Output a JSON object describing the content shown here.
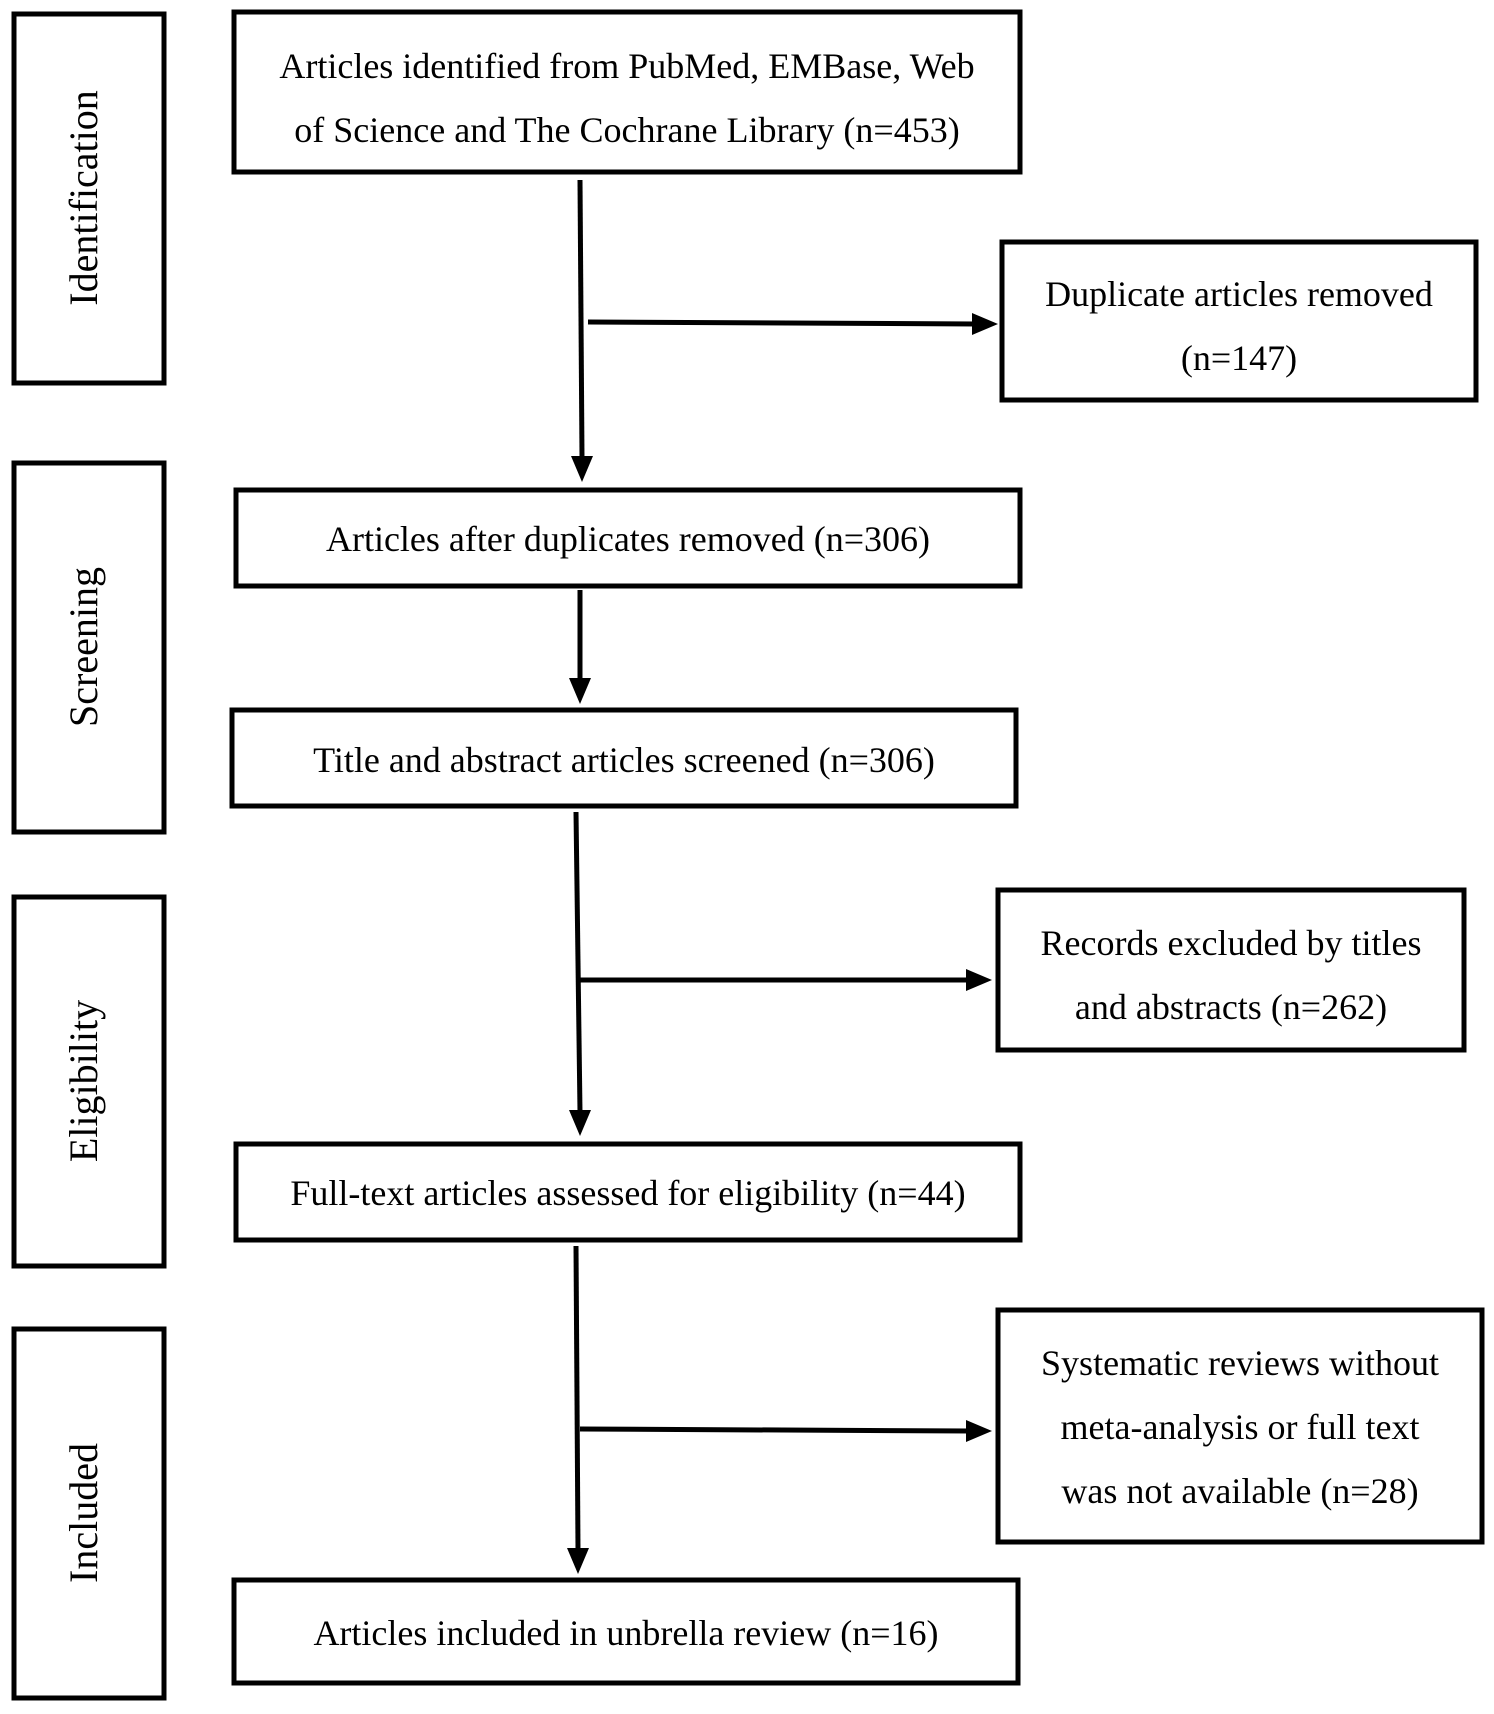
{
  "stages": {
    "identification": "Identification",
    "screening": "Screening",
    "eligibility": "Eligibility",
    "included": "Included"
  },
  "boxes": {
    "identified": {
      "line1": "Articles identified from PubMed, EMBase, Web",
      "line2": "of Science and The Cochrane Library (n=453)"
    },
    "duplicates_removed": {
      "line1": "Duplicate articles removed",
      "line2": "(n=147)"
    },
    "after_duplicates": {
      "line1": "Articles after duplicates removed (n=306)"
    },
    "screened": {
      "line1": "Title and abstract articles screened (n=306)"
    },
    "excluded_titles": {
      "line1": "Records excluded by titles",
      "line2": "and abstracts (n=262)"
    },
    "full_text": {
      "line1": "Full-text articles assessed for eligibility (n=44)"
    },
    "excluded_full_text": {
      "line1": "Systematic reviews without",
      "line2": "meta-analysis or full text",
      "line3": "was not available (n=28)"
    },
    "included": {
      "line1": "Articles included in unbrella review (n=16)"
    }
  }
}
